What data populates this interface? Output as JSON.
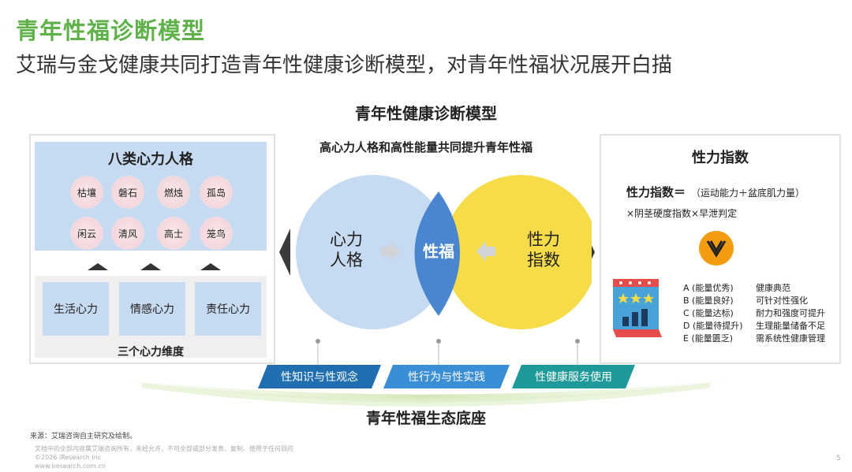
{
  "header": {
    "title": "青年性福诊断模型",
    "subtitle": "艾瑞与金戈健康共同打造青年性健康诊断模型，对青年性福状况展开白描"
  },
  "diagram": {
    "title": "青年性健康诊断模型",
    "center_heading": "高心力人格和高性能量共同提升青年性福",
    "left_circle": "心力\n人格",
    "center_lens": "性福",
    "right_circle": "性力\n指数",
    "left_circle_line1": "心力",
    "left_circle_line2": "人格",
    "right_circle_line1": "性力",
    "right_circle_line2": "指数"
  },
  "left_panel": {
    "title": "八类心力人格",
    "personas": [
      "枯壤",
      "磐石",
      "燃烛",
      "孤岛",
      "闲云",
      "清风",
      "高士",
      "笼鸟"
    ],
    "dimensions": [
      "生活心力",
      "情感心力",
      "责任心力"
    ],
    "dimension_label": "三个心力维度"
  },
  "right_panel": {
    "title": "性力指数",
    "formula_label": "性力指数＝",
    "formula_rest": "（运动能力＋盆底肌力量）",
    "formula_line2": "×阴茎硬度指数×早泄判定",
    "grades": [
      {
        "grade": "A (能量优秀)",
        "desc": "健康典范"
      },
      {
        "grade": "B (能量良好)",
        "desc": "可针对性强化"
      },
      {
        "grade": "C (能量达标)",
        "desc": "耐力和强度可提升"
      },
      {
        "grade": "D (能量待提升)",
        "desc": "生理能量储备不足"
      },
      {
        "grade": "E (能量匮乏)",
        "desc": "需系统性健康管理"
      }
    ]
  },
  "bottom": {
    "bars": [
      "性知识与性观念",
      "性行为与性实践",
      "性健康服务使用"
    ],
    "ecology_label": "青年性福生态底座"
  },
  "footer": {
    "source": "来源：艾瑞咨询自主研究及绘制。",
    "notice_line1": "文档中的全部内容属艾瑞咨询所有，未经允许，不可全部或部分发表、复制、使用于任何目的",
    "notice_line2": "©2026 iResearch Inc",
    "notice_line3": "www.iresearch.com.cn",
    "page_number": "5"
  },
  "colors": {
    "title_green": "#5fb24a",
    "light_blue": "#c6daf1",
    "lens_blue": "#4a86d0",
    "yellow": "#f7dc4a",
    "bar_dark_blue": "#1f6fb0",
    "bar_mid_blue": "#3a8ed6",
    "bar_teal": "#1f9a9a",
    "logo_orange": "#f39c12"
  },
  "icons": [
    "chevron-down-logo-icon",
    "rating-calendar-icon",
    "arrow-right-icon",
    "arrow-left-icon"
  ]
}
